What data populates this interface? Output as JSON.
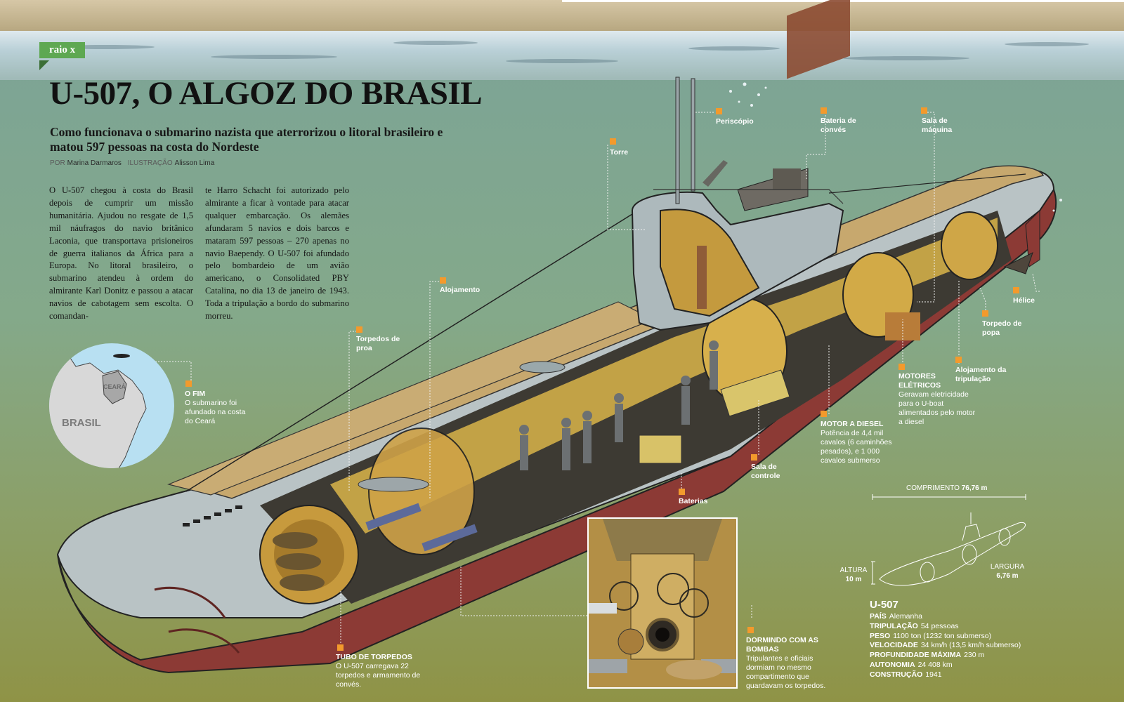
{
  "section_tag": "raio x",
  "headline": "U-507, O ALGOZ DO BRASIL",
  "subtitle": "Como funcionava o submarino nazista que aterrorizou o litoral brasileiro e matou 597 pessoas na costa do Nordeste",
  "credits": {
    "por_key": "POR",
    "por_value": "Marina Darmaros",
    "ilustracao_key": "ILUSTRAÇÃO",
    "ilustracao_value": "Alisson Lima"
  },
  "body_text": {
    "col1": "O U-507 chegou à costa do Brasil depois de cumprir um missão humanitária. Ajudou no resgate de 1,5 mil náufragos do navio britânico Laconia, que transportava prisioneiros de guerra italianos da África para a Europa. No litoral brasileiro, o submarino atendeu à ordem do almirante Karl Donitz e passou a atacar navios de cabotagem sem escolta. O comandan-",
    "col2": "te Harro Schacht foi autorizado pelo almirante a ficar à vontade para atacar qualquer embarcação. Os alemães afundaram 5 navios e dois barcos e mataram 597 pessoas – 270 apenas no navio Baependy. O U-507 foi afundado pelo bombardeio de um avião americano, o Consolidated PBY Catalina, no dia 13 de janeiro de 1943. Toda a tripulação a bordo do submarino morreu."
  },
  "map": {
    "state_label": "CEARÁ",
    "country_label": "BRASIL",
    "callout_title": "O FIM",
    "callout_text": "O submarino foi afundado na costa do Ceará"
  },
  "labels": {
    "periscopio": "Periscópio",
    "torre": "Torre",
    "bateria_de_conves": "Bateria de convés",
    "sala_de_maquina": "Sala de máquina",
    "alojamento": "Alojamento",
    "torpedos_de_proa": "Torpedos de proa",
    "helice": "Hélice",
    "torpedo_de_popa": "Torpedo de popa",
    "alojamento_da_tripulacao": "Alojamento da tripulação",
    "motores_eletricos_title": "MOTORES ELÉTRICOS",
    "motores_eletricos_text": "Geravam eletricidade para o U-boat alimentados pelo motor a diesel",
    "motor_diesel_title": "MOTOR A DIESEL",
    "motor_diesel_text": "Potência de 4,4 mil cavalos (6 caminhões pesados), e 1 000 cavalos submerso",
    "sala_de_controle": "Sala de controle",
    "baterias": "Baterias",
    "tubo_title": "TUBO DE TORPEDOS",
    "tubo_text": "O U-507 carregava 22 torpedos e armamento de convés.",
    "dormindo_title": "DORMINDO COM AS BOMBAS",
    "dormindo_text": "Tripulantes e oficiais dormiam no mesmo compartimento que guardavam os torpedos."
  },
  "dimensions": {
    "comprimento_label": "COMPRIMENTO",
    "comprimento_value": "76,76 m",
    "altura_label": "ALTURA",
    "altura_value": "10 m",
    "largura_label": "LARGURA",
    "largura_value": "6,76 m"
  },
  "specs": {
    "title": "U-507",
    "rows": [
      {
        "key": "PAÍS",
        "value": "Alemanha"
      },
      {
        "key": "TRIPULAÇÃO",
        "value": "54 pessoas"
      },
      {
        "key": "PESO",
        "value": "1100 ton (1232 ton submerso)"
      },
      {
        "key": "VELOCIDADE",
        "value": "34 km/h (13,5 km/h submerso)"
      },
      {
        "key": "PROFUNDIDADE MÁXIMA",
        "value": "230 m"
      },
      {
        "key": "AUTONOMIA",
        "value": "24 408 km"
      },
      {
        "key": "CONSTRUÇÃO",
        "value": "1941"
      }
    ]
  },
  "colors": {
    "accent_marker": "#f39a2c",
    "tag_green": "#5ea852",
    "hull_red": "#8c3a35",
    "hull_grey": "#b8c2c4",
    "deck_wood": "#c9ab72"
  }
}
